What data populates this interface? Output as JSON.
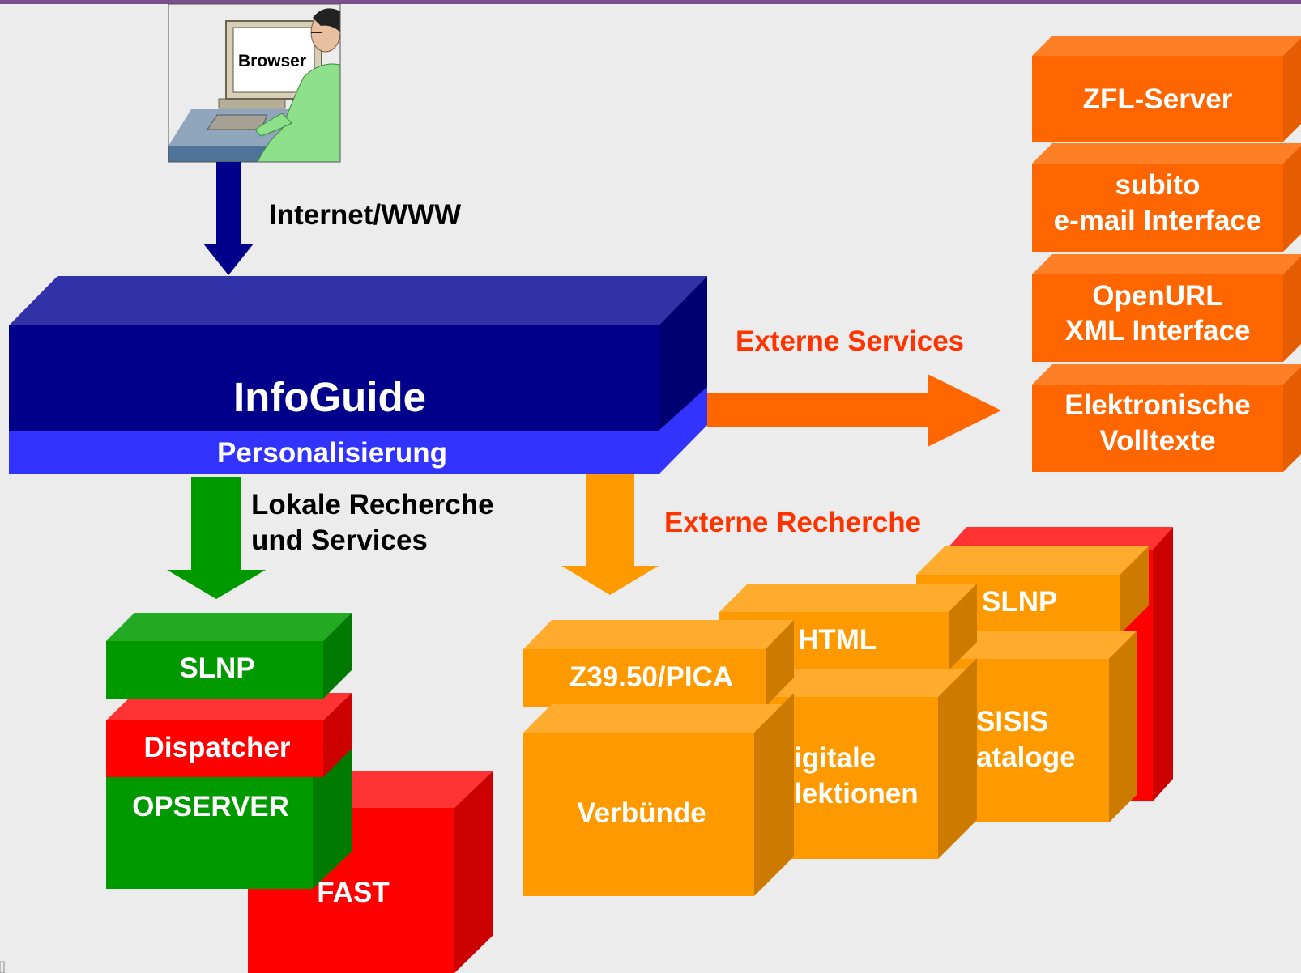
{
  "colors": {
    "background": "#ececec",
    "infoguide_front": "#00008b",
    "infoguide_top": "#3232a8",
    "infoguide_side": "#000070",
    "personalisierung": "#3333ff",
    "internet_arrow": "#00008b",
    "local_arrow": "#009900",
    "external_arrow": "#ff9900",
    "services_arrow": "#ff6600",
    "service_box": "#ff6600",
    "service_box_top": "#ff7f26",
    "service_box_side": "#e65c00",
    "catalog_box": "#ff9900",
    "catalog_box_top": "#ffab2e",
    "catalog_box_side": "#cc7a00",
    "local_box": "#009900",
    "local_box_top": "#22aa22",
    "local_box_side": "#007a00",
    "dispatcher_box": "#ff0000",
    "dispatcher_box_top": "#ff3333",
    "dispatcher_box_side": "#cc0000",
    "external_label": "#ff3300"
  },
  "icons": {
    "user": "person-at-computer-icon"
  },
  "browser": {
    "label": "Browser"
  },
  "network": {
    "label": "Internet/WWW"
  },
  "infoguide": {
    "title": "InfoGuide",
    "subtitle": "Personalisierung"
  },
  "local": {
    "label_line1": "Lokale Recherche",
    "label_line2": "und Services",
    "slnp": "SLNP",
    "dispatcher": "Dispatcher",
    "opserver": "OPSERVER",
    "fast": "FAST"
  },
  "external_search": {
    "label": "Externe Recherche",
    "z3950": "Z39.50/PICA",
    "verbuende": "Verbünde",
    "html": "HTML",
    "digitale_line1": "igitale",
    "digitale_line2": "lektionen",
    "slnp": "SLNP",
    "sisis_line1": "SISIS",
    "sisis_line2": "ataloge"
  },
  "external_services": {
    "label": "Externe Services",
    "zfl": "ZFL-Server",
    "subito_line1": "subito",
    "subito_line2": "e-mail Interface",
    "openurl_line1": "OpenURL",
    "openurl_line2": "XML Interface",
    "volltexte_line1": "Elektronische",
    "volltexte_line2": "Volltexte"
  }
}
